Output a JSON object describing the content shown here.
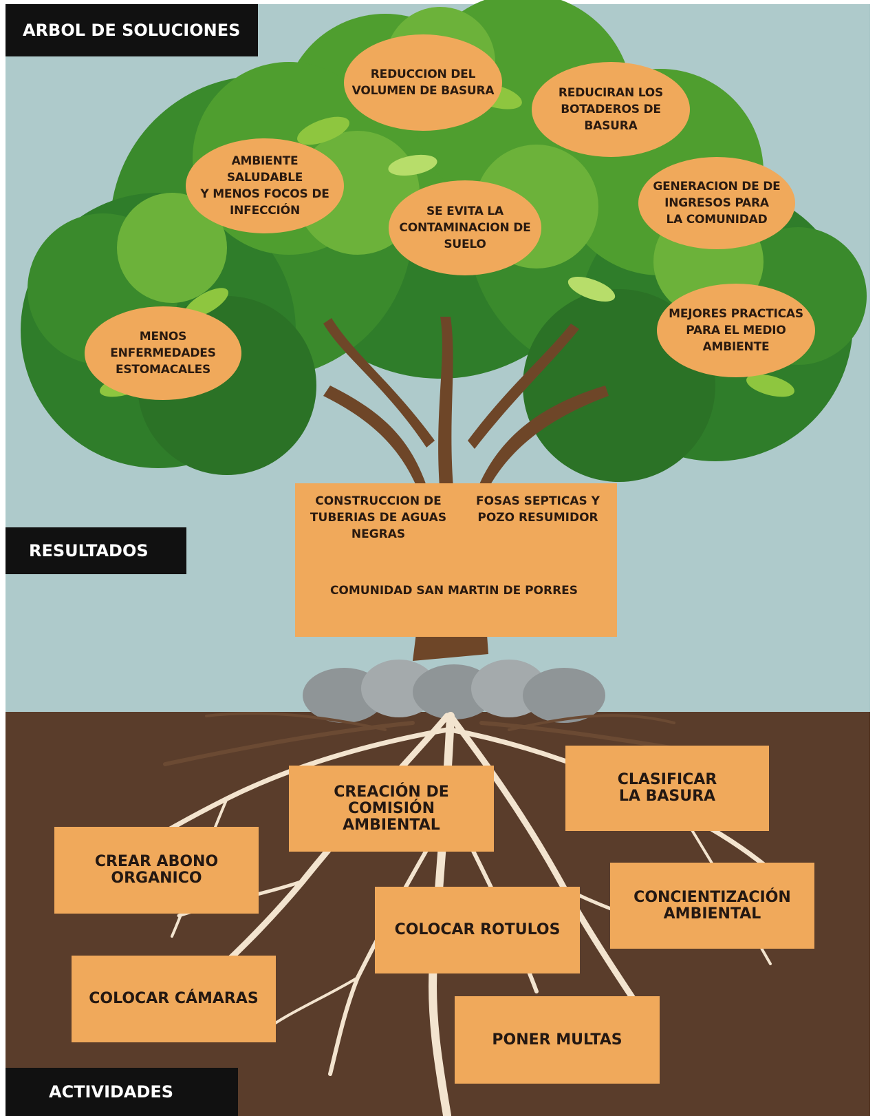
{
  "labels": {
    "arbol": "ARBOL DE SOLUCIONES",
    "resultados": "RESULTADOS",
    "actividades": "ACTIVIDADES"
  },
  "soluciones": {
    "reduccion_volumen": "REDUCCION DEL\nVOLUMEN DE BASURA",
    "reduciran_botaderos": "REDUCIRAN LOS\nBOTADEROS DE\nBASURA",
    "ambiente_saludable": "AMBIENTE SALUDABLE\nY MENOS FOCOS DE\nINFECCIÓN",
    "se_evita": "SE EVITA LA\nCONTAMINACION DE\nSUELO",
    "generacion_ingresos": "GENERACION DE DE\nINGRESOS PARA\nLA COMUNIDAD",
    "menos_enfermedades": "MENOS\nENFERMEDADES\nESTOMACALES",
    "mejores_practicas": "MEJORES PRACTICAS\nPARA EL MEDIO\nAMBIENTE"
  },
  "resultados": {
    "construccion": "CONSTRUCCION DE\nTUBERIAS DE AGUAS\nNEGRAS",
    "fosas": "FOSAS SEPTICAS Y\nPOZO RESUMIDOR",
    "comunidad": "COMUNIDAD SAN MARTIN DE PORRES"
  },
  "actividades": {
    "creacion_comision": "CREACIÓN DE\nCOMISIÓN\nAMBIENTAL",
    "clasificar_basura": "CLASIFICAR\nLA BASURA",
    "crear_abono": "CREAR ABONO\nORGANICO",
    "concientizacion": "CONCIENTIZACIÓN\nAMBIENTAL",
    "colocar_rotulos": "COLOCAR ROTULOS",
    "colocar_camaras": "COLOCAR CÁMARAS",
    "poner_multas": "PONER MULTAS"
  },
  "colors": {
    "sky": "#aecacb",
    "soil": "#5a3d2b",
    "orange": "#f0a95b",
    "banner": "#111111",
    "trunk": "#6e4628",
    "leaf_dark": "#2f7d2a",
    "leaf_mid": "#4f9e2f",
    "leaf_light": "#8ec63f",
    "root": "#f3e4cf"
  }
}
